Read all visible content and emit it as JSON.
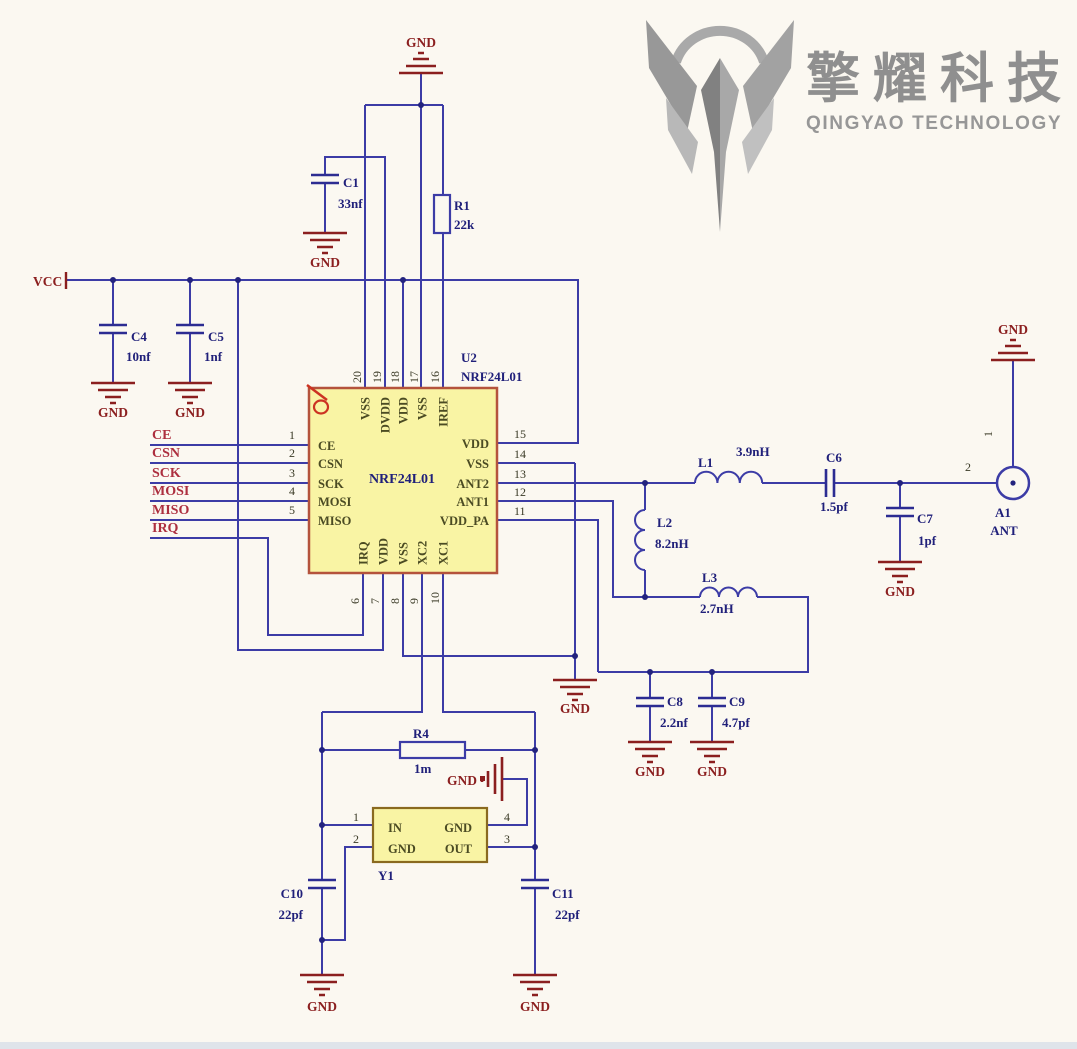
{
  "logo": {
    "cn": "擎耀科技",
    "en": "QINGYAO TECHNOLOGY"
  },
  "power": {
    "vcc": "VCC",
    "gnd": "GND"
  },
  "u2": {
    "refdes": "U2",
    "part": "NRF24L01",
    "center": "NRF24L01",
    "left": [
      {
        "n": "1",
        "name": "CE"
      },
      {
        "n": "2",
        "name": "CSN"
      },
      {
        "n": "3",
        "name": "SCK"
      },
      {
        "n": "4",
        "name": "MOSI"
      },
      {
        "n": "5",
        "name": "MISO"
      }
    ],
    "right": [
      {
        "n": "15",
        "name": "VDD"
      },
      {
        "n": "14",
        "name": "VSS"
      },
      {
        "n": "13",
        "name": "ANT2"
      },
      {
        "n": "12",
        "name": "ANT1"
      },
      {
        "n": "11",
        "name": "VDD_PA"
      }
    ],
    "top": [
      {
        "n": "20",
        "name": "VSS"
      },
      {
        "n": "19",
        "name": "DVDD"
      },
      {
        "n": "18",
        "name": "VDD"
      },
      {
        "n": "17",
        "name": "VSS"
      },
      {
        "n": "16",
        "name": "IREF"
      }
    ],
    "bottom": [
      {
        "n": "6",
        "name": "IRQ"
      },
      {
        "n": "7",
        "name": "VDD"
      },
      {
        "n": "8",
        "name": "VSS"
      },
      {
        "n": "9",
        "name": "XC2"
      },
      {
        "n": "10",
        "name": "XC1"
      }
    ]
  },
  "signals": [
    "CE",
    "CSN",
    "SCK",
    "MOSI",
    "MISO",
    "IRQ"
  ],
  "comps": {
    "c1": {
      "r": "C1",
      "v": "33nf"
    },
    "c4": {
      "r": "C4",
      "v": "10nf"
    },
    "c5": {
      "r": "C5",
      "v": "1nf"
    },
    "r1": {
      "r": "R1",
      "v": "22k"
    },
    "l1": {
      "r": "L1",
      "v": "3.9nH"
    },
    "l2": {
      "r": "L2",
      "v": "8.2nH"
    },
    "l3": {
      "r": "L3",
      "v": "2.7nH"
    },
    "c6": {
      "r": "C6",
      "v": "1.5pf"
    },
    "c7": {
      "r": "C7",
      "v": "1pf"
    },
    "c8": {
      "r": "C8",
      "v": "2.2nf"
    },
    "c9": {
      "r": "C9",
      "v": "4.7pf"
    },
    "r4": {
      "r": "R4",
      "v": "1m"
    },
    "c10": {
      "r": "C10",
      "v": "22pf"
    },
    "c11": {
      "r": "C11",
      "v": "22pf"
    }
  },
  "y1": {
    "refdes": "Y1",
    "pin_labels": {
      "in": "IN",
      "gnd_l": "GND",
      "gnd_r": "GND",
      "out": "OUT"
    },
    "pins": {
      "p1": "1",
      "p2": "2",
      "p3": "3",
      "p4": "4"
    }
  },
  "ant": {
    "refdes": "A1",
    "name": "ANT",
    "p1": "1",
    "p2": "2"
  }
}
